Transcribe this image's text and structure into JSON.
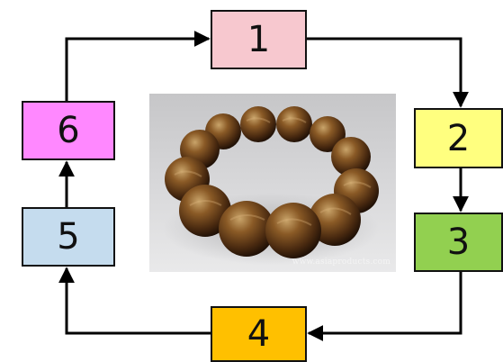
{
  "diagram": {
    "boxes": [
      {
        "label": "1",
        "color": "#f7c8cf"
      },
      {
        "label": "2",
        "color": "#ffff7f"
      },
      {
        "label": "3",
        "color": "#92d050"
      },
      {
        "label": "4",
        "color": "#ffc000"
      },
      {
        "label": "5",
        "color": "#c5dcee"
      },
      {
        "label": "6",
        "color": "#ff88ff"
      }
    ],
    "flow": [
      "1",
      "2",
      "3",
      "4",
      "5",
      "6",
      "1"
    ],
    "arrow_color": "#000000"
  },
  "image": {
    "subject": "tiger-eye-bead-bracelet",
    "watermark": "www.asiaproducts.com"
  }
}
